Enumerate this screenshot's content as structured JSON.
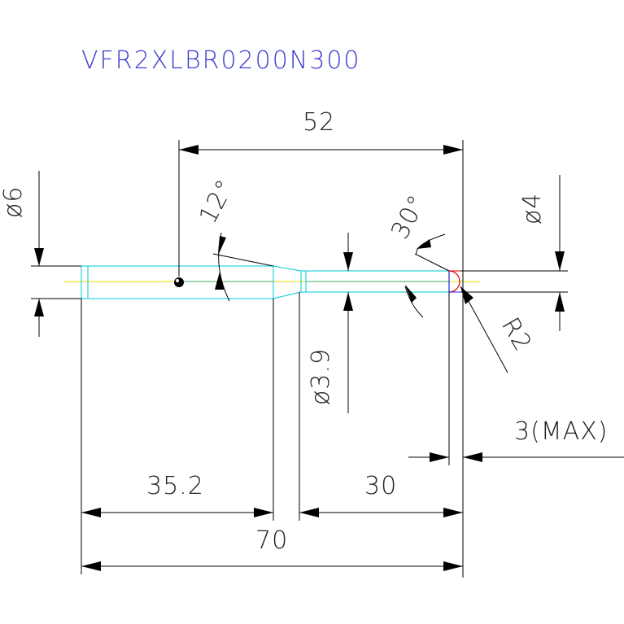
{
  "title": "VFR2XLBR0200N300",
  "dimensions": {
    "length_52": "52",
    "angle_12": "12°",
    "angle_30": "30°",
    "dia_6": "ø6",
    "dia_4": "ø4",
    "dia_3_9": "ø3.9",
    "radius": "R2",
    "max_3": "3(MAX)",
    "length_35_2": "35.2",
    "length_30": "30",
    "length_70": "70"
  },
  "colors": {
    "outline": "#00c8d8",
    "centerline": "#e6d800",
    "dimension": "#000000",
    "title": "#3c3cd0",
    "tip_red": "#e00000",
    "tip_blue": "#2020e0"
  }
}
